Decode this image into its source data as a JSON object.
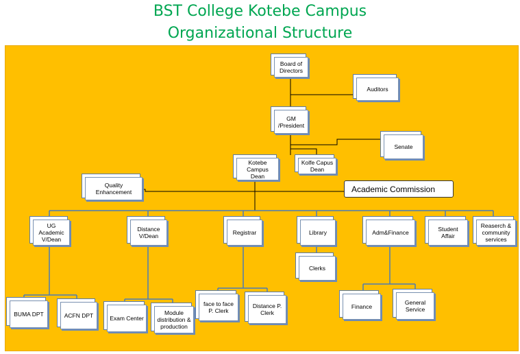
{
  "header": {
    "title_line1": "BST College Kotebe Campus",
    "title_line2": "Organizational Structure"
  },
  "colors": {
    "title": "#00a651",
    "background": "#ffbf00",
    "box_border": "#5b7ba8",
    "connector": "#000000"
  },
  "nodes": {
    "board": "Board of\nDirectors",
    "auditors": "Auditors",
    "gm": "GM\n/President",
    "senate": "Senate",
    "kotebe_dean": "Kotebe\nCampus\nDean",
    "kolfe_dean": "Kolfe  Capus\nDean",
    "quality": "Quality\nEnhancement",
    "academic_commission": "Academic Commission",
    "ug_dean": "UG\nAcademic\nV/Dean",
    "distance_dean": "Distance\nV/Dean",
    "registrar": "Registrar",
    "library": "Library",
    "adm_finance": "Adm&Finance",
    "student_affair": "Student\nAffair",
    "research": "Reaserch &\ncommunity\nservices",
    "buma": "BUMA DPT",
    "acfn": "ACFN DPT",
    "exam_center": "Exam Center",
    "module": "Module\ndistribution &\nproduction",
    "f2f_clerk": "face to face\nP. Clerk",
    "distance_clerk": "Distance P.\nClerk",
    "clerks": "Clerks",
    "finance": "Finance",
    "general_service": "General\nService"
  }
}
